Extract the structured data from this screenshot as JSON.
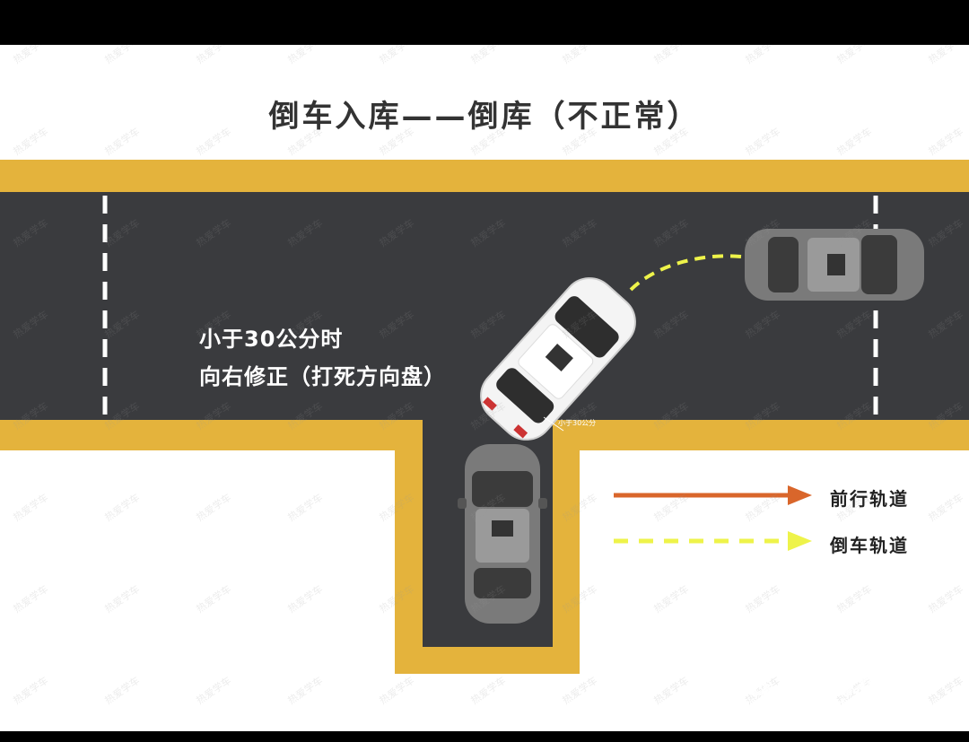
{
  "title": "倒车入库——倒库（不正常）",
  "instruction": {
    "line1": "小于30公分时",
    "line2": "向右修正（打死方向盘）"
  },
  "distance_label": "小于30公分",
  "legend": {
    "forward": "前行轨道",
    "reverse": "倒车轨道"
  },
  "watermark": {
    "brand": "Baidu经验",
    "url": "jingyan.baidu.com",
    "tile_text": "热爱学车"
  },
  "colors": {
    "road": "#3a3b3e",
    "curb": "#e4b33c",
    "forward_track": "#d9662b",
    "reverse_track": "#eef34a",
    "background": "#ffffff"
  }
}
